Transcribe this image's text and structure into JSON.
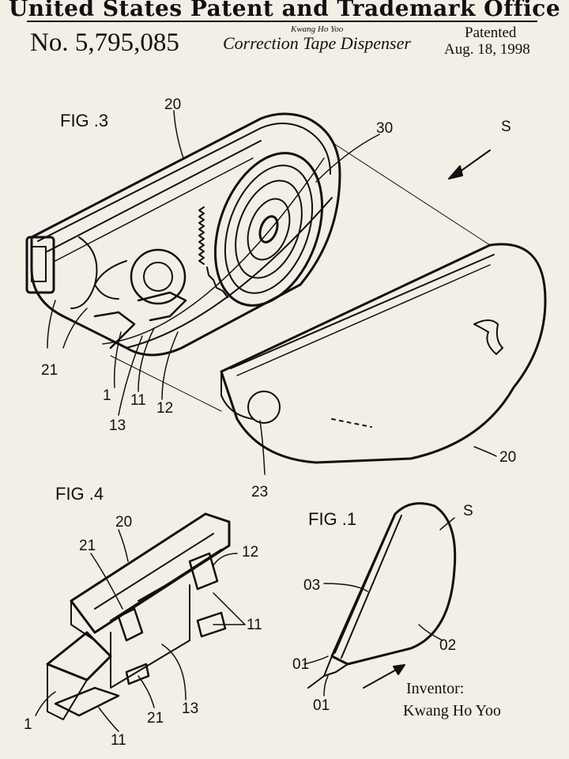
{
  "header": {
    "office": "United States Patent and Trademark Office",
    "patent_number": "No. 5,795,085",
    "inventor_small": "Kwang Ho Yoo",
    "title": "Correction Tape Dispenser",
    "patented_label": "Patented",
    "date": "Aug. 18, 1998"
  },
  "figures": {
    "fig3": "FIG .3",
    "fig4": "FIG .4",
    "fig1": "FIG .1"
  },
  "labels": {
    "l20a": "20",
    "l30": "30",
    "lS1": "S",
    "l21a": "21",
    "l1a": "1",
    "l11a": "11",
    "l12a": "12",
    "l13a": "13",
    "l23": "23",
    "l20b": "20",
    "l20c": "20",
    "l21b": "21",
    "l12b": "12",
    "l11b": "11",
    "l1b": "1",
    "l21c": "21",
    "l13b": "13",
    "l11c": "11",
    "lS2": "S",
    "l03": "03",
    "l02": "02",
    "l01a": "01",
    "l01b": "01"
  },
  "footer": {
    "inventor_label": "Inventor:",
    "inventor_name": "Kwang Ho Yoo"
  }
}
